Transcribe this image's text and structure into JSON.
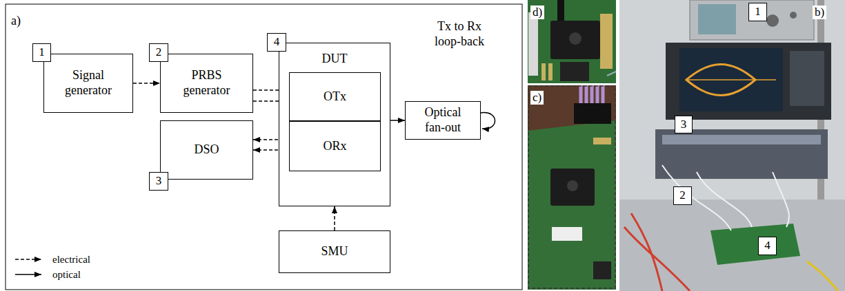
{
  "diagram": {
    "nodes": [
      {
        "text": [
          "Signal generator"
        ]
      },
      {
        "text": [
          "PRBS generator"
        ]
      },
      {
        "text": [
          "DUT"
        ]
      },
      {
        "text": [
          "OTx"
        ],
        "in": 2
      },
      {
        "text": [
          "ORx"
        ],
        "in": 2
      },
      {
        "text": [
          "DSO"
        ]
      },
      {
        "text": [
          "SMU"
        ]
      },
      {
        "text": [
          "Optical fan-out"
        ]
      }
    ],
    "edges": [
      {
        "from": 0,
        "to": 1,
        "arrow": "to"
      },
      {
        "from": 1,
        "to": 3,
        "arrow": "to"
      },
      {
        "from": 1,
        "to": 3,
        "arrow": "to"
      },
      {
        "from": 4,
        "to": 5,
        "arrow": "to"
      },
      {
        "from": 4,
        "to": 5,
        "arrow": "to"
      },
      {
        "from": 2,
        "to": 7,
        "arrow": "to"
      },
      {
        "from": 6,
        "to": 2,
        "arrow": "to"
      }
    ],
    "labels": [
      "a)",
      "1",
      "2",
      "4",
      "3",
      "Tx to Rx loop-back",
      "d)",
      "c)",
      "b)",
      "1",
      "3",
      "2",
      "4"
    ],
    "legend": [
      {
        "text": "electrical"
      },
      {
        "text": "optical"
      }
    ]
  }
}
